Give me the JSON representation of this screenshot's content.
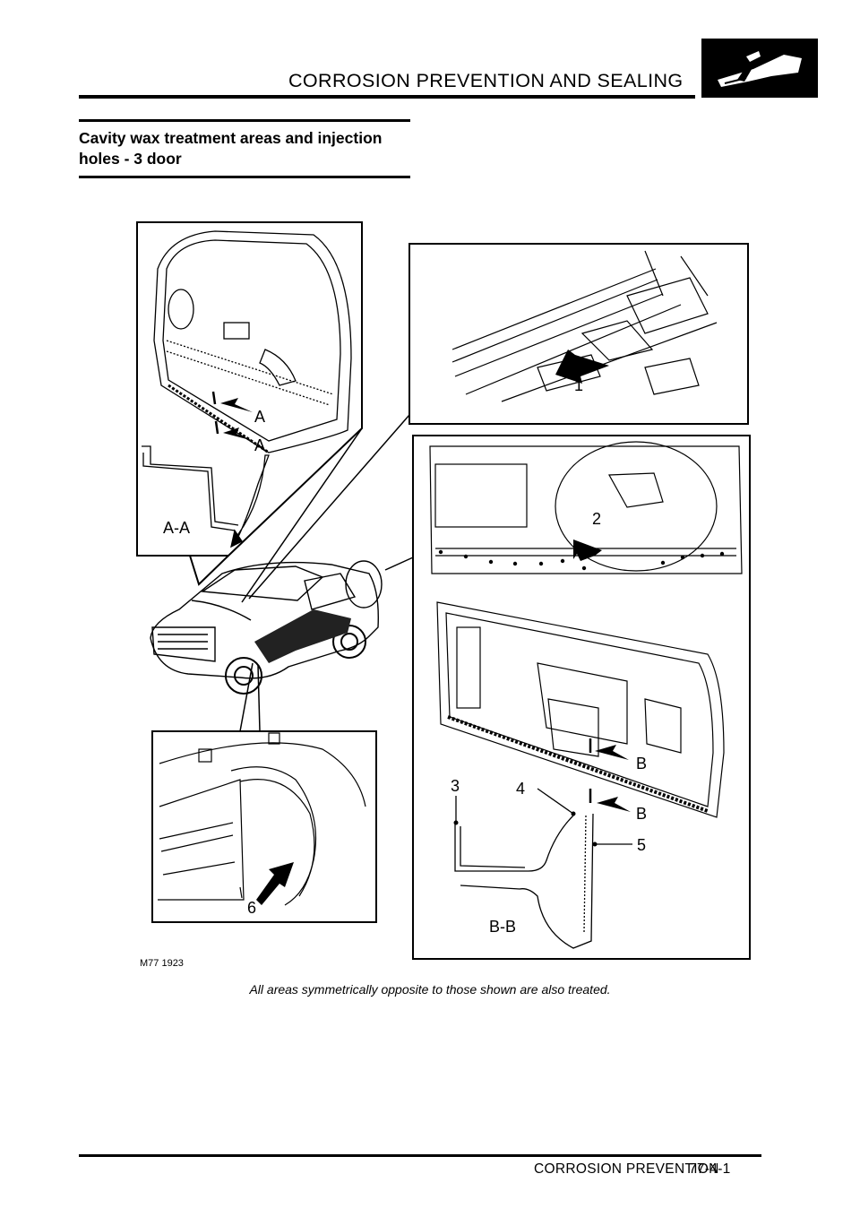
{
  "header": {
    "title": "CORROSION PREVENTION AND SEALING"
  },
  "section": {
    "title": "Cavity wax treatment areas and injection holes - 3 door"
  },
  "figure": {
    "ref": "M77 1923",
    "labels": {
      "section_a_upper": "A",
      "section_a_lower": "A",
      "section_a_view": "A-A",
      "callout_1": "1",
      "callout_2": "2",
      "section_b_upper": "B",
      "callout_3": "3",
      "callout_4": "4",
      "section_b_lower": "B",
      "callout_5": "5",
      "section_b_view": "B-B",
      "callout_6": "6"
    }
  },
  "caption": "All areas symmetrically opposite to those shown are also treated.",
  "footer": {
    "section": "CORROSION PREVENTION",
    "page": "77-4-1"
  }
}
